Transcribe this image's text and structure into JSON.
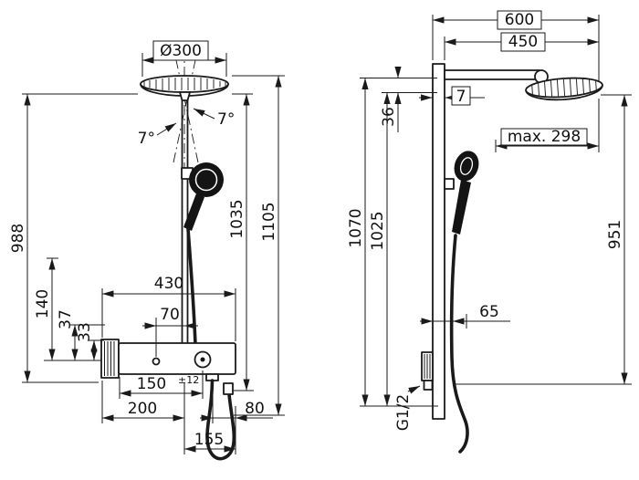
{
  "drawing": {
    "type": "technical-dimension-drawing",
    "subject": "shower-system front and side views",
    "colors": {
      "background": "#ffffff",
      "line": "#1a1a1a"
    },
    "front": {
      "head_diameter": "Ø300",
      "tilt_right": "7°",
      "tilt_left": "7°",
      "h988": "988",
      "h140": "140",
      "h37": "37",
      "h33": "33",
      "w430": "430",
      "w70": "70",
      "h1035": "1035",
      "h1105": "1105",
      "w150": "150",
      "tol": "±12",
      "w200": "200",
      "w80": "80",
      "w155": "155"
    },
    "side": {
      "w600": "600",
      "w450": "450",
      "d7": "7",
      "h36": "36",
      "max_reach": "max. 298",
      "h1070": "1070",
      "h1025": "1025",
      "h951": "951",
      "w65": "65",
      "thread": "G1/2"
    }
  }
}
